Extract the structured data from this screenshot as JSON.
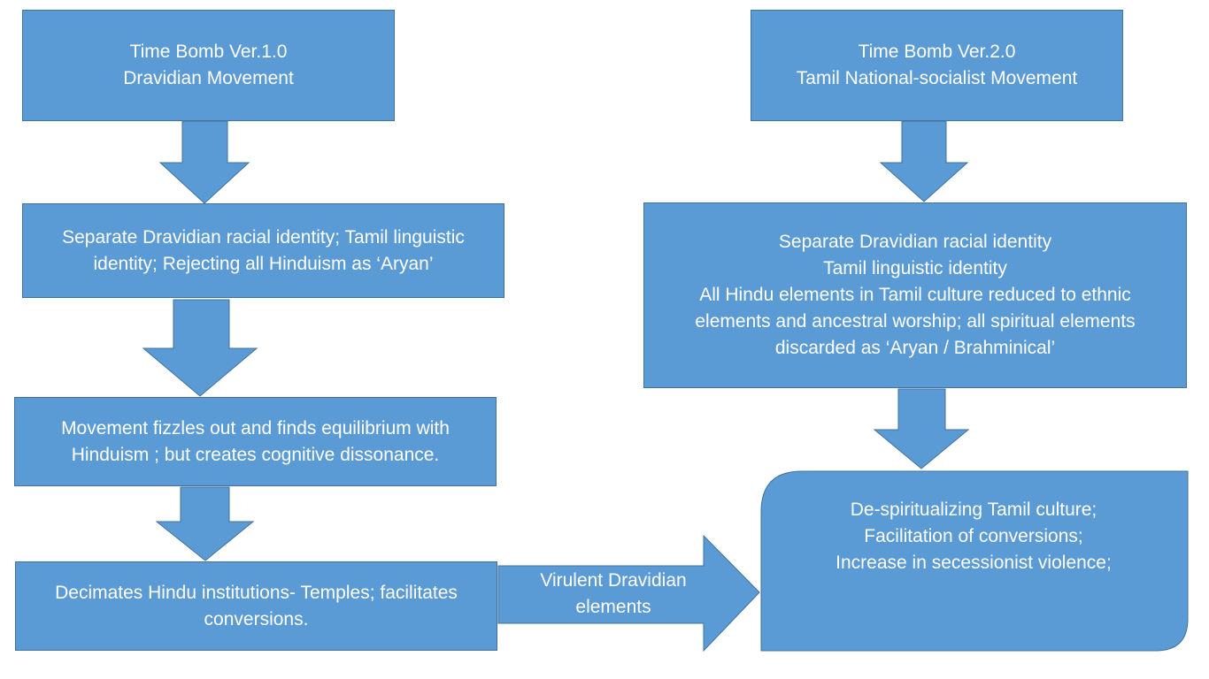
{
  "colors": {
    "fill": "#5b9bd5",
    "stroke": "#41719c",
    "text": "#ffffff",
    "background": "#ffffff"
  },
  "left_column": {
    "title_box": {
      "lines": [
        "Time Bomb Ver.1.0",
        "Dravidian Movement"
      ]
    },
    "identity_box": {
      "lines": [
        "Separate Dravidian racial identity; Tamil linguistic",
        "identity; Rejecting all Hinduism as ‘Aryan’"
      ]
    },
    "equilibrium_box": {
      "lines": [
        "Movement fizzles out and finds equilibrium with",
        "Hinduism ; but creates cognitive dissonance."
      ]
    },
    "decimates_box": {
      "lines": [
        "Decimates Hindu institutions- Temples; facilitates",
        "conversions."
      ]
    }
  },
  "connector": {
    "label_lines": [
      "Virulent Dravidian",
      "elements"
    ]
  },
  "right_column": {
    "title_box": {
      "lines": [
        "Time Bomb Ver.2.0",
        "Tamil National-socialist Movement"
      ]
    },
    "identity_box": {
      "lines": [
        "Separate Dravidian racial identity",
        "Tamil linguistic identity",
        "All Hindu elements in Tamil culture reduced to ethnic",
        "elements and ancestral worship; all spiritual elements",
        "discarded as ‘Aryan / Brahminical’"
      ]
    },
    "outcome_box": {
      "lines": [
        "De-spiritualizing Tamil culture;",
        "Facilitation of conversions;",
        "Increase in secessionist violence;"
      ]
    }
  }
}
